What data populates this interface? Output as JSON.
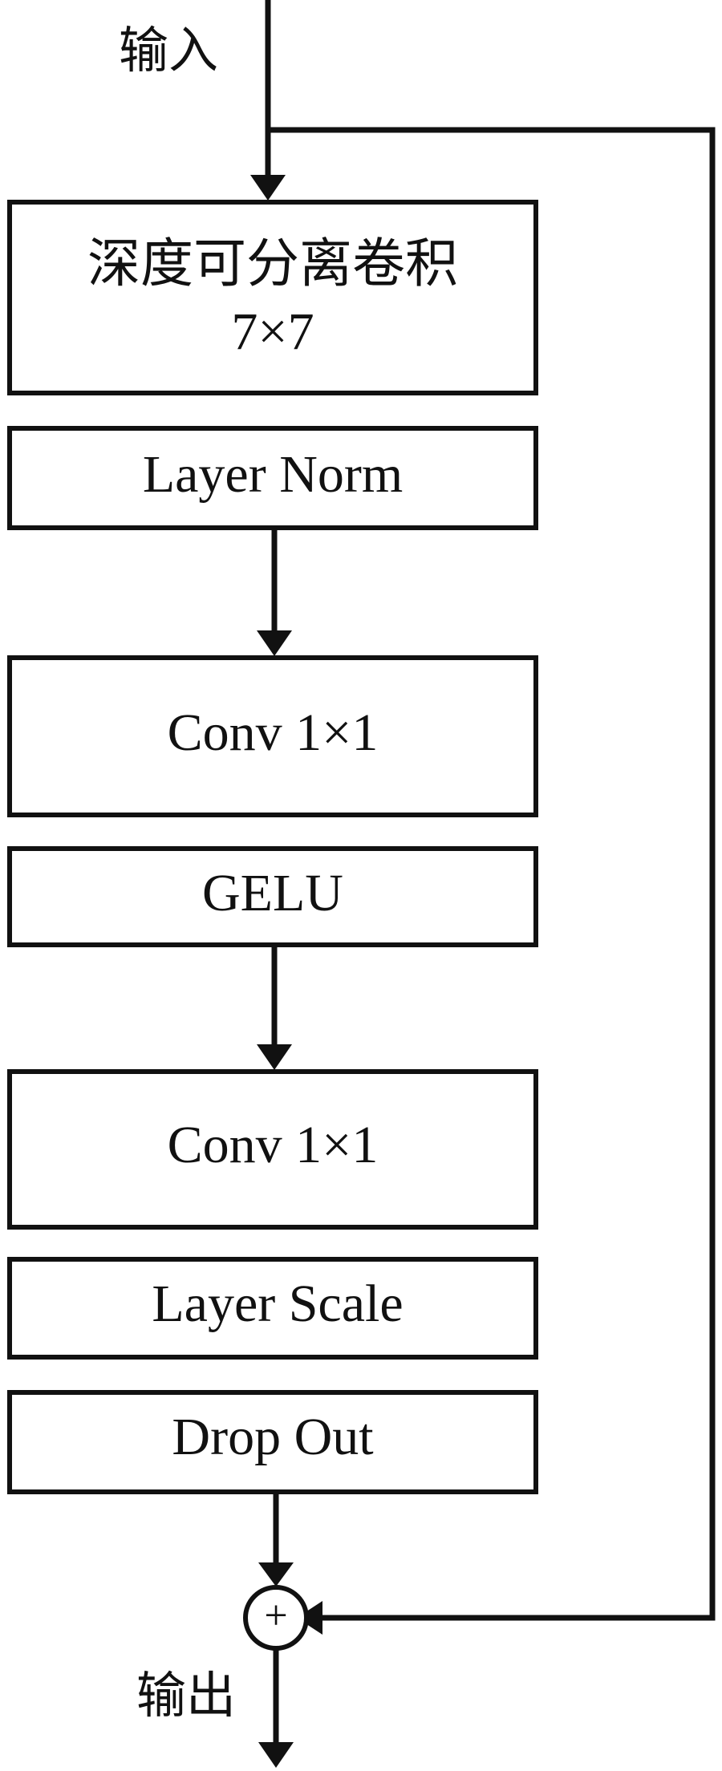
{
  "input_label": "输入",
  "output_label": "输出",
  "blocks": [
    {
      "label": "深度可分离卷积",
      "label2": "7×7"
    },
    {
      "label": "Layer Norm"
    },
    {
      "label": "Conv 1×1"
    },
    {
      "label": "GELU"
    },
    {
      "label": "Conv 1×1"
    },
    {
      "label": "Layer Scale"
    },
    {
      "label": "Drop Out"
    }
  ],
  "add_symbol": "+"
}
